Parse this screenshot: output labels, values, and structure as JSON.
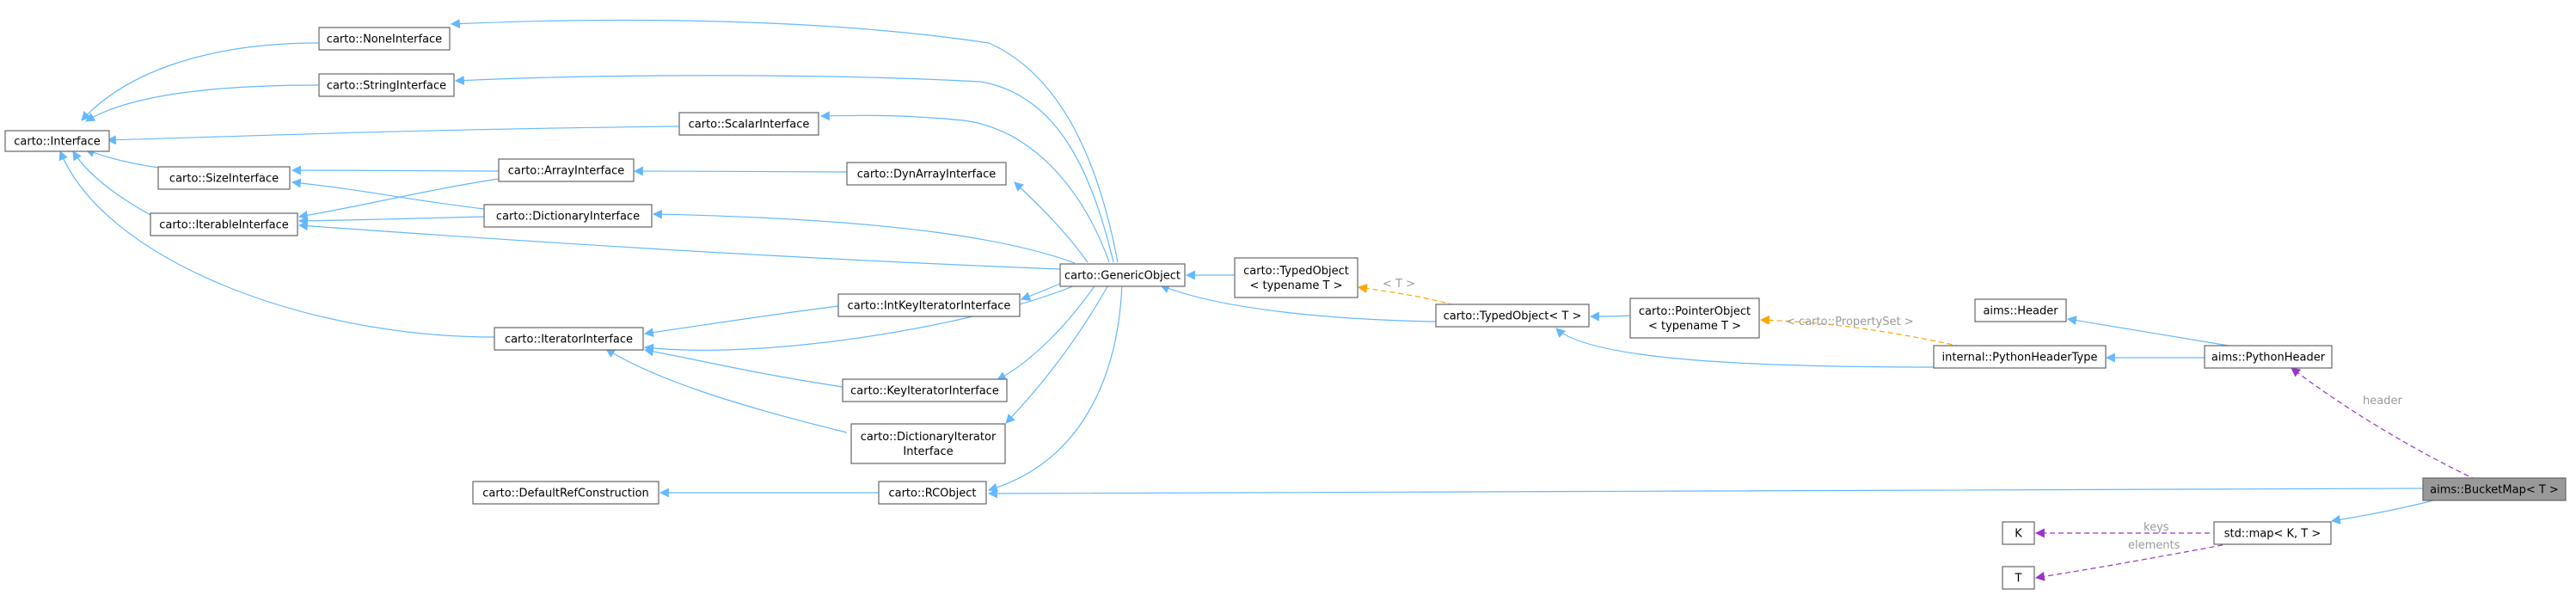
{
  "nodes": {
    "interface": [
      "carto::Interface"
    ],
    "none_iface": [
      "carto::NoneInterface"
    ],
    "string_iface": [
      "carto::StringInterface"
    ],
    "scalar_iface": [
      "carto::ScalarInterface"
    ],
    "size_iface": [
      "carto::SizeInterface"
    ],
    "iterable_iface": [
      "carto::IterableInterface"
    ],
    "array_iface": [
      "carto::ArrayInterface"
    ],
    "dyn_array_iface": [
      "carto::DynArrayInterface"
    ],
    "dict_iface": [
      "carto::DictionaryInterface"
    ],
    "generic_object": [
      "carto::GenericObject"
    ],
    "typed_object_tmpl": [
      "carto::TypedObject",
      "< typename T >"
    ],
    "intkey_iter_iface": [
      "carto::IntKeyIteratorInterface"
    ],
    "iterator_iface": [
      "carto::IteratorInterface"
    ],
    "key_iter_iface": [
      "carto::KeyIteratorInterface"
    ],
    "dict_iter_iface": [
      "carto::DictionaryIterator",
      "Interface"
    ],
    "default_ref": [
      "carto::DefaultRefConstruction"
    ],
    "rcobject": [
      "carto::RCObject"
    ],
    "typed_object_t": [
      "carto::TypedObject< T >"
    ],
    "pointer_object": [
      "carto::PointerObject",
      "< typename T >"
    ],
    "aims_header": [
      "aims::Header"
    ],
    "python_header_type": [
      "internal::PythonHeaderType"
    ],
    "aims_python_header": [
      "aims::PythonHeader"
    ],
    "bucket_map": [
      "aims::BucketMap< T >"
    ],
    "std_map": [
      "std::map< K, T >"
    ],
    "k": [
      "K"
    ],
    "t": [
      "T"
    ]
  },
  "edge_labels": {
    "t_template": "< T >",
    "property_set": "< carto::PropertySet >",
    "header": "header",
    "keys": "keys",
    "elements": "elements"
  },
  "colors": {
    "inheritance": "#63b8ff",
    "template": "#ffa500",
    "member": "#9a32cd",
    "focus_fill": "#999999",
    "node_border": "#666666"
  }
}
